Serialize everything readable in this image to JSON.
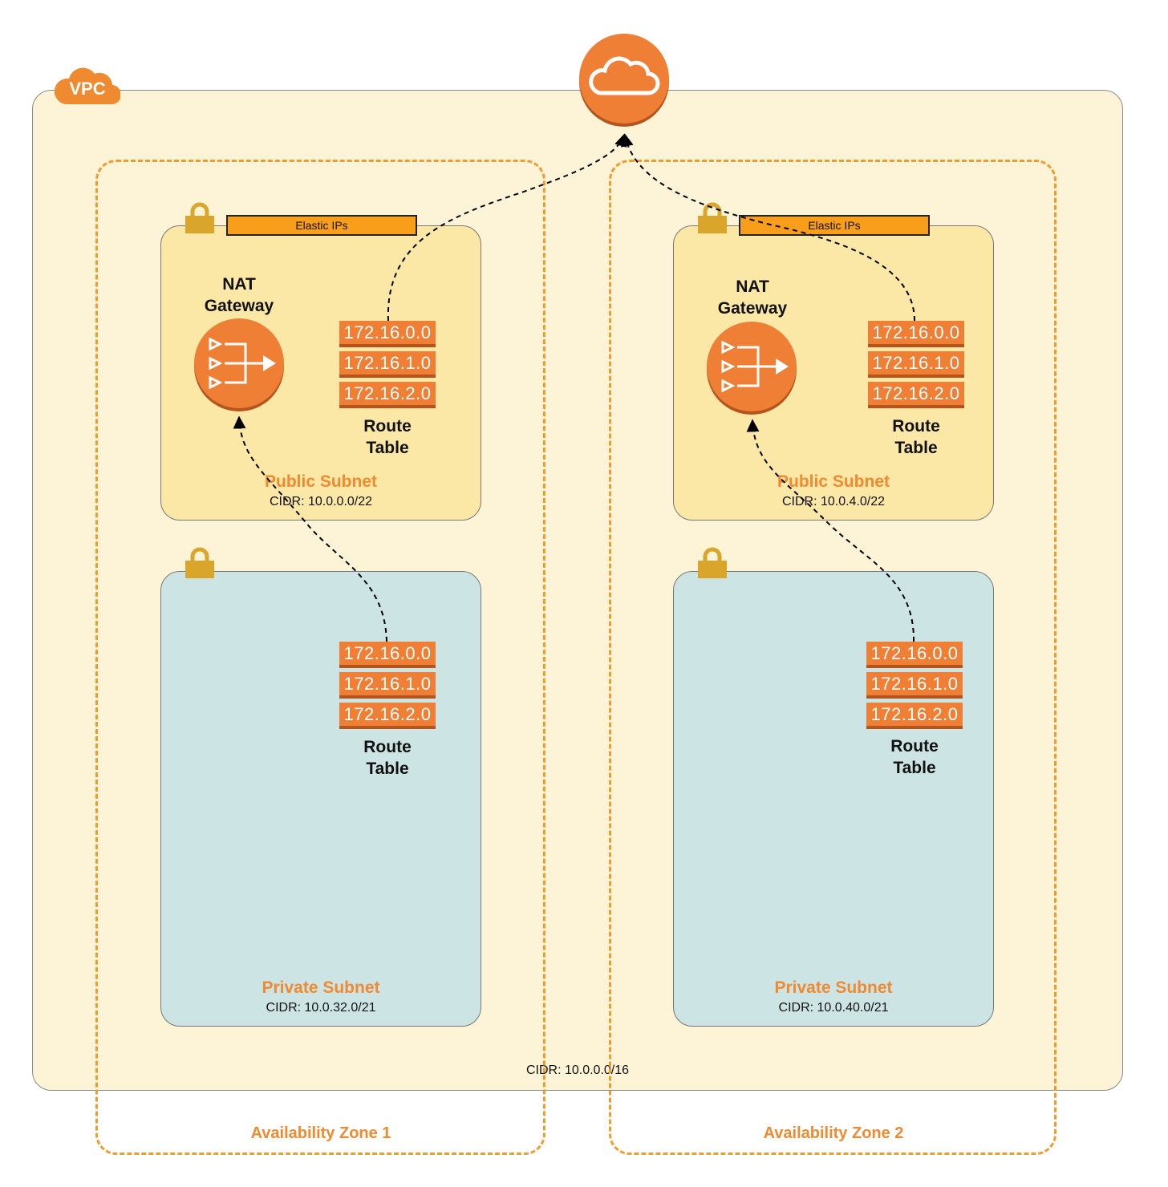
{
  "vpc": {
    "badge": "VPC",
    "cidr": "CIDR: 10.0.0.0/16"
  },
  "internet_gateway": {
    "icon": "cloud-icon"
  },
  "zones": [
    {
      "label": "Availability Zone 1",
      "public_subnet": {
        "elastic_ips": "Elastic IPs",
        "nat_label": "NAT\nGateway",
        "route_table": {
          "rows": [
            "172.16.0.0",
            "172.16.1.0",
            "172.16.2.0"
          ],
          "label": "Route\nTable"
        },
        "title": "Public Subnet",
        "cidr": "CIDR: 10.0.0.0/22"
      },
      "private_subnet": {
        "route_table": {
          "rows": [
            "172.16.0.0",
            "172.16.1.0",
            "172.16.2.0"
          ],
          "label": "Route\nTable"
        },
        "title": "Private Subnet",
        "cidr": "CIDR: 10.0.32.0/21"
      }
    },
    {
      "label": "Availability Zone 2",
      "public_subnet": {
        "elastic_ips": "Elastic IPs",
        "nat_label": "NAT\nGateway",
        "route_table": {
          "rows": [
            "172.16.0.0",
            "172.16.1.0",
            "172.16.2.0"
          ],
          "label": "Route\nTable"
        },
        "title": "Public Subnet",
        "cidr": "CIDR: 10.0.4.0/22"
      },
      "private_subnet": {
        "route_table": {
          "rows": [
            "172.16.0.0",
            "172.16.1.0",
            "172.16.2.0"
          ],
          "label": "Route\nTable"
        },
        "title": "Private Subnet",
        "cidr": "CIDR: 10.0.40.0/21"
      }
    }
  ],
  "colors": {
    "orange": "#f08a30",
    "vpc_fill": "#fdf3d6",
    "public_fill": "#fce8a6",
    "private_fill": "#cde4e5"
  }
}
